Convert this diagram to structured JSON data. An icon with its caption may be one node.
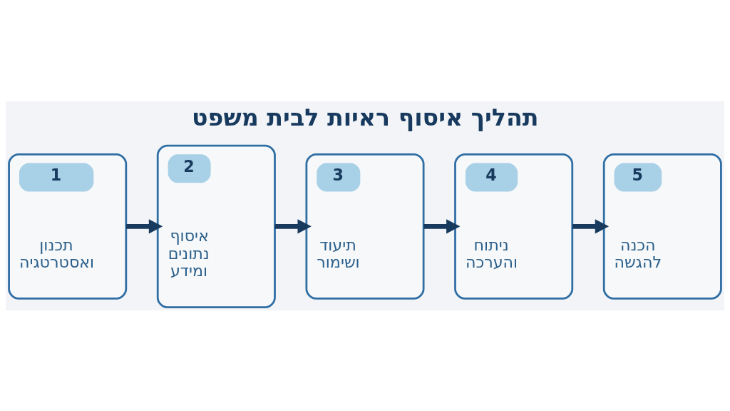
{
  "diagram": {
    "title": "תהליך איסוף ראיות לבית משפט",
    "nodes": [
      {
        "text": [
          "1",
          "תכנון ואסטרטגיה"
        ]
      },
      {
        "text": [
          "2",
          "איסוף נתונים ומידע"
        ]
      },
      {
        "text": [
          "3",
          "תיעוד ושימור"
        ]
      },
      {
        "text": [
          "4",
          "ניתוח והערכה"
        ]
      },
      {
        "text": [
          "5",
          "הכנה להגשה"
        ]
      }
    ],
    "edges": [
      {
        "from": 0,
        "to": 1,
        "arrow": "to"
      },
      {
        "from": 1,
        "to": 2,
        "arrow": "to"
      },
      {
        "from": 2,
        "to": 3,
        "arrow": "to"
      },
      {
        "from": 3,
        "to": 4,
        "arrow": "to"
      }
    ]
  }
}
